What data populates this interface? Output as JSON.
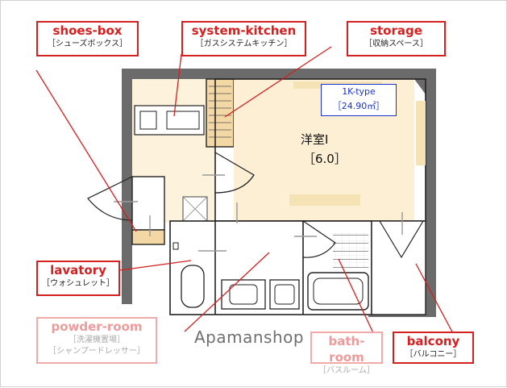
{
  "labels": {
    "shoes_box": {
      "en": "shoes-box",
      "jp": "［シューズボックス］"
    },
    "system_kitchen": {
      "en": "system-kitchen",
      "jp": "［ガスシステムキッチン］"
    },
    "storage": {
      "en": "storage",
      "jp": "［収納スペース］"
    },
    "lavatory": {
      "en": "lavatory",
      "jp": "［ウォシュレット］"
    },
    "powder_room": {
      "en": "powder-room",
      "jp1": "［洗濯機置場］",
      "jp2": "［シャンプードレッサー］"
    },
    "bath_room": {
      "en": "bath-room",
      "jp": "［バスルーム］"
    },
    "balcony": {
      "en": "balcony",
      "jp": "［バルコニー］"
    }
  },
  "room": {
    "name": "洋室Ⅰ",
    "size": "［6.0］"
  },
  "type_box": {
    "type": "1K-type",
    "area": "［24.90㎡］"
  },
  "watermark": "Apamanshop",
  "colors": {
    "label_border": "#d42020",
    "label_text": "#d42020",
    "faded": "#f4a9a9",
    "room_floor": "#fcefd4",
    "floor_wood": "#f5e3b5",
    "wall": "#666666",
    "type_box": "#1a33cc"
  }
}
